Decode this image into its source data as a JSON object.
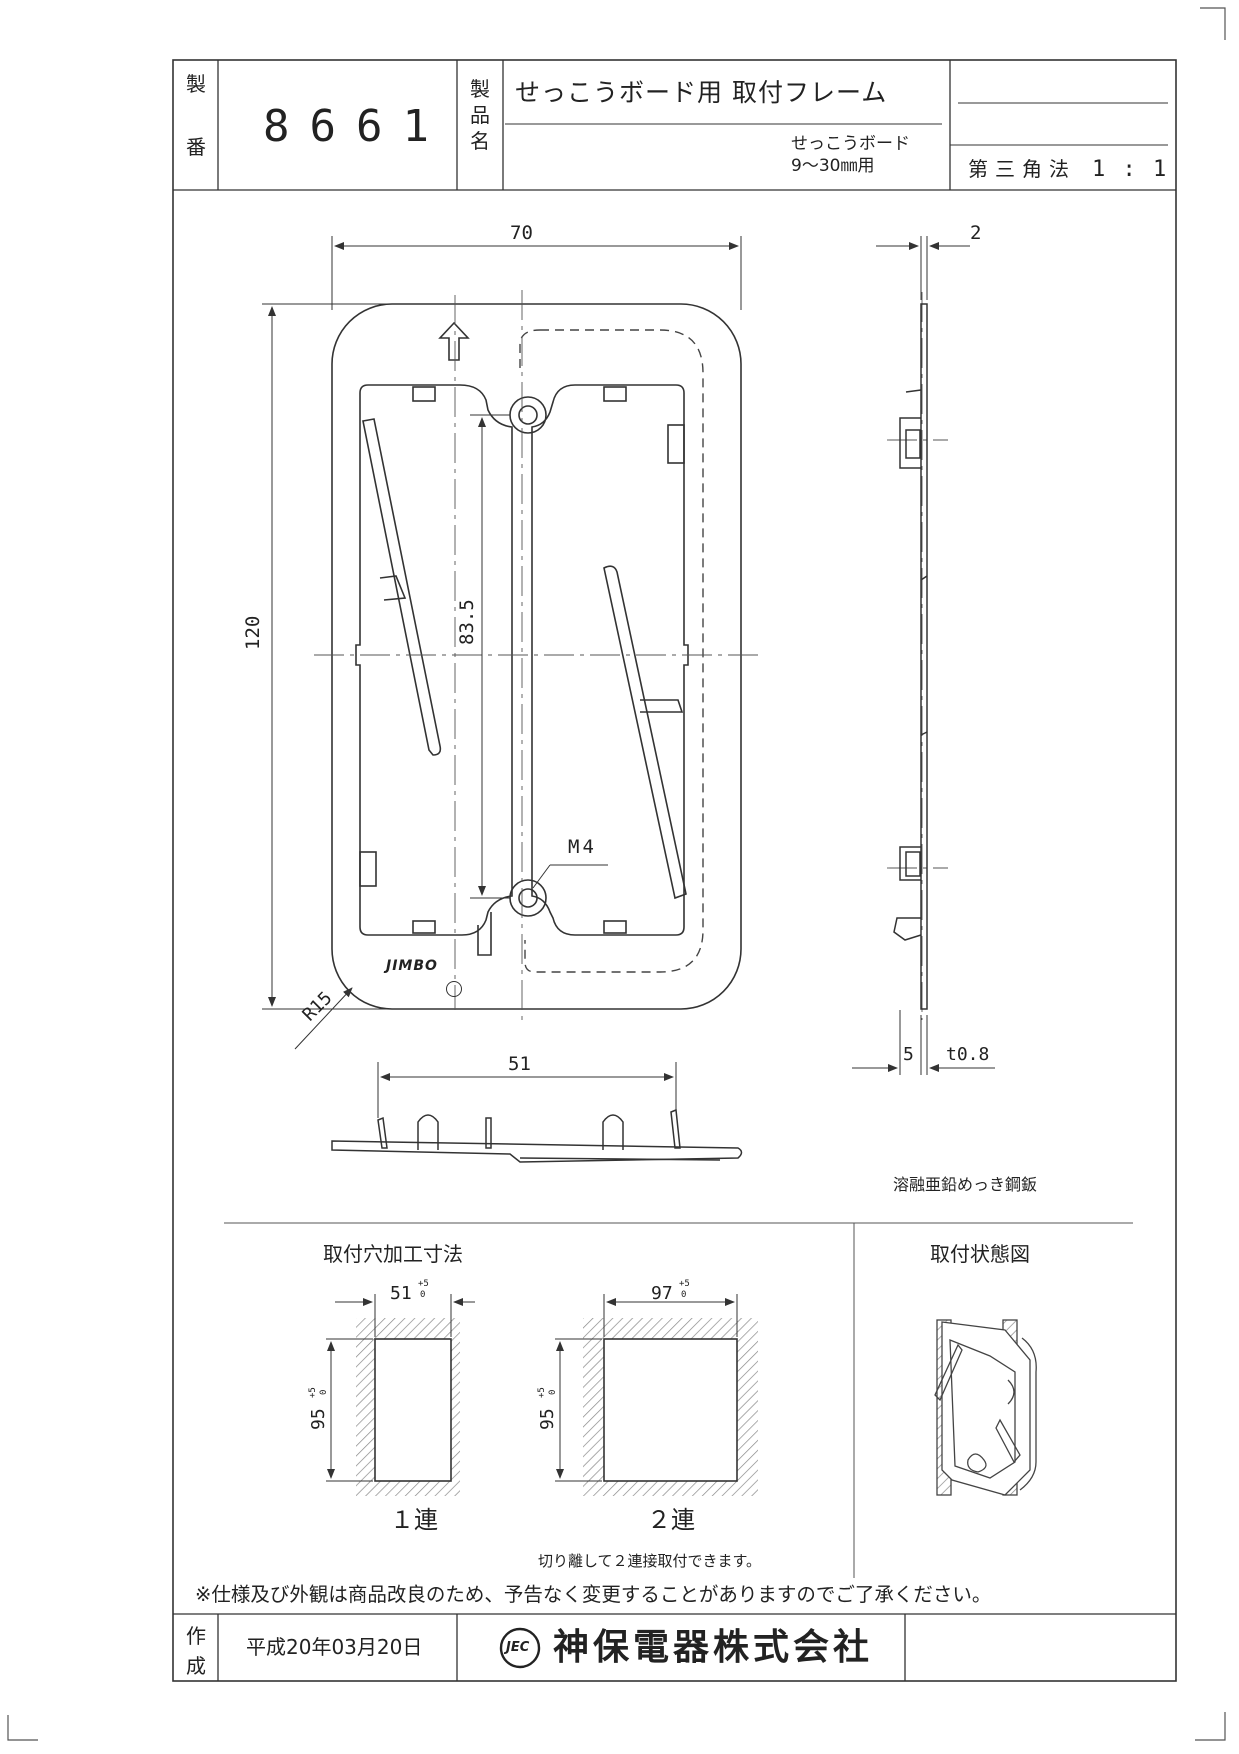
{
  "title_block": {
    "part_no_label": [
      "製",
      "番"
    ],
    "part_no": "8661",
    "product_name_label": [
      "製",
      "品",
      "名"
    ],
    "product_name": "せっこうボード用 取付フレーム",
    "product_sub_line1": "せっこうボード",
    "product_sub_line2": "9～30㎜用",
    "projection_label": "第三角法",
    "scale": "1 : 1"
  },
  "dimensions": {
    "width": "70",
    "height": "120",
    "pitch": "83.5",
    "radius": "R15",
    "screw": "M4",
    "thickness_side": "2",
    "bottom_width": "51",
    "side_offset": "5",
    "plate_thickness": "t0.8"
  },
  "brand_mark": "JIMBO",
  "material": "溶融亜鉛めっき鋼鈑",
  "cutout": {
    "title": "取付穴加工寸法",
    "single_width": "51",
    "double_width": "97",
    "height": "95",
    "tolerance_upper": "+5",
    "tolerance_lower": "0",
    "single_label": "１連",
    "double_label": "２連",
    "note": "切り離して２連接取付できます。"
  },
  "install_view_title": "取付状態図",
  "disclaimer": "※仕様及び外観は商品改良のため、予告なく変更することがありますのでご了承ください。",
  "footer": {
    "created_label": [
      "作",
      "成"
    ],
    "date": "平成20年03月20日",
    "logo_mark": "JEC",
    "company": "神保電器株式会社"
  },
  "colors": {
    "line": "#333333",
    "hatch": "#888888"
  }
}
